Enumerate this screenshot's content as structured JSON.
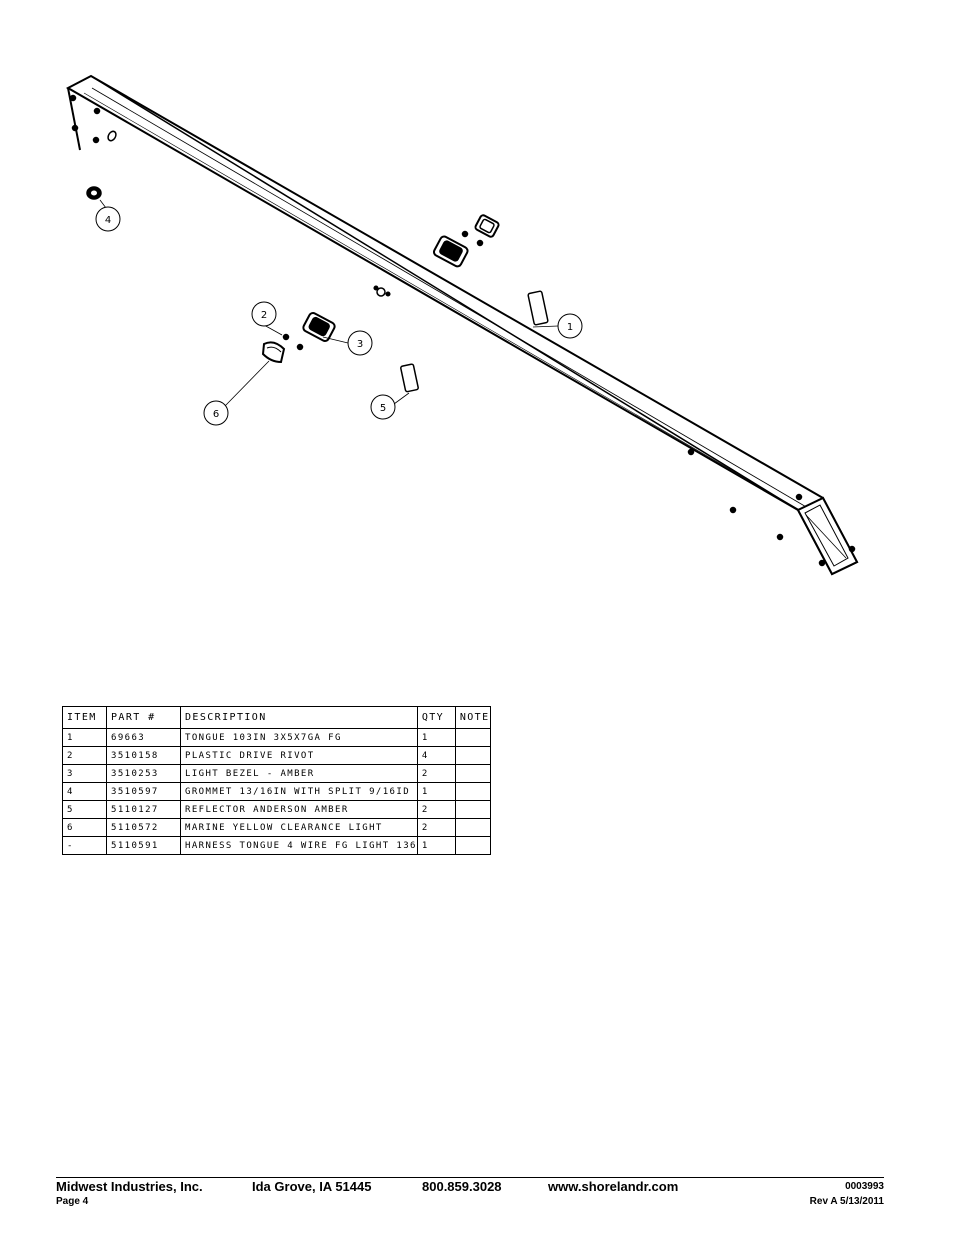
{
  "callouts": [
    "1",
    "2",
    "3",
    "4",
    "5",
    "6"
  ],
  "table": {
    "headers": [
      "ITEM",
      "PART #",
      "DESCRIPTION",
      "QTY",
      "NOTE"
    ],
    "rows": [
      {
        "item": "1",
        "part": "69663",
        "description": "TONGUE 103IN 3X5X7GA FG",
        "qty": "1",
        "note": ""
      },
      {
        "item": "2",
        "part": "3510158",
        "description": "PLASTIC DRIVE RIVOT",
        "qty": "4",
        "note": ""
      },
      {
        "item": "3",
        "part": "3510253",
        "description": "LIGHT BEZEL - AMBER",
        "qty": "2",
        "note": ""
      },
      {
        "item": "4",
        "part": "3510597",
        "description": "GROMMET 13/16IN  WITH SPLIT 9/16ID",
        "qty": "1",
        "note": ""
      },
      {
        "item": "5",
        "part": "5110127",
        "description": "REFLECTOR ANDERSON AMBER",
        "qty": "2",
        "note": ""
      },
      {
        "item": "6",
        "part": "5110572",
        "description": "MARINE YELLOW CLEARANCE LIGHT",
        "qty": "2",
        "note": ""
      },
      {
        "item": "-",
        "part": "5110591",
        "description": "HARNESS TONGUE 4 WIRE FG LIGHT 136",
        "qty": "1",
        "note": ""
      }
    ]
  },
  "footer": {
    "company": "Midwest Industries, Inc.",
    "location": "Ida Grove, IA  51445",
    "phone": "800.859.3028",
    "website": "www.shorelandr.com",
    "page": "Page 4",
    "doc_number": "0003993",
    "revision": "Rev A  5/13/2011"
  }
}
